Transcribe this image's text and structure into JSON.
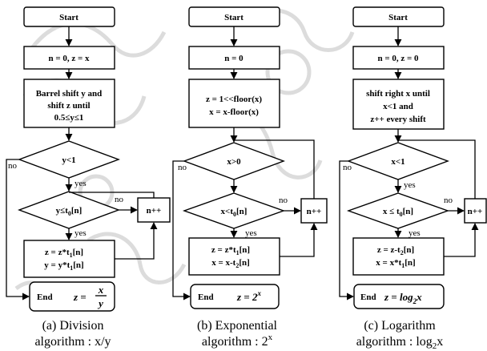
{
  "colors": {
    "stroke": "#000000",
    "fill": "#ffffff",
    "watermark": "#9c9c9c"
  },
  "division": {
    "start": "Start",
    "init": "n = 0, z = x",
    "shift_line1": "Barrel shift y and",
    "shift_line2": "shift z until",
    "shift_line3": "0.5≤y≤1",
    "cond1": "y<1",
    "yes1": "yes",
    "no1": "no",
    "cond2": "y≤t",
    "cond2_sub": "0",
    "cond2_tail": "[n]",
    "no2": "no",
    "yes2": "yes",
    "incr": "n++",
    "update1_pre": "z = z*t",
    "update1_sub": "1",
    "update1_post": "[n]",
    "update2_pre": "y = y*t",
    "update2_sub": "1",
    "update2_post": "[n]",
    "end": "End",
    "formula_lhs": "z =",
    "formula_num": "x",
    "formula_den": "y",
    "caption1": "(a) Division",
    "caption2": "algorithm : x/y"
  },
  "exponential": {
    "start": "Start",
    "init": "n = 0",
    "step_line1": "z = 1<<floor(x)",
    "step_line2": "x = x-floor(x)",
    "cond1": "x>0",
    "no1": "no",
    "cond2": "x<t",
    "cond2_sub": "0",
    "cond2_tail": "[n]",
    "no2": "no",
    "yes2": "yes",
    "incr": "n++",
    "update1_pre": "z = z*t",
    "update1_sub": "1",
    "update1_post": "[n]",
    "update2_pre": "x = x-t",
    "update2_sub": "2",
    "update2_post": "[n]",
    "end": "End",
    "formula": "z = 2",
    "formula_sup": "x",
    "caption1": "(b) Exponential",
    "caption2": "algorithm : 2",
    "caption2_sup": "x"
  },
  "logarithm": {
    "start": "Start",
    "init": "n = 0, z = 0",
    "step_line1": "shift right x until",
    "step_line2": "x<1 and",
    "step_line3": "z++ every shift",
    "cond1": "x<1",
    "no1": "no",
    "yes1": "yes",
    "cond2": "x ≤ t",
    "cond2_sub": "0",
    "cond2_tail": "[n]",
    "no2": "no",
    "yes2": "yes",
    "incr": "n++",
    "update1_pre": "z = z-t",
    "update1_sub": "2",
    "update1_post": "[n]",
    "update2_pre": "x = x*t",
    "update2_sub": "1",
    "update2_post": "[n]",
    "end": "End",
    "formula": "z = log",
    "formula_sub": "2",
    "formula_tail": "x",
    "caption1": "(c) Logarithm",
    "caption2": "algorithm : log",
    "caption2_sub": "2",
    "caption2_tail": "x"
  }
}
